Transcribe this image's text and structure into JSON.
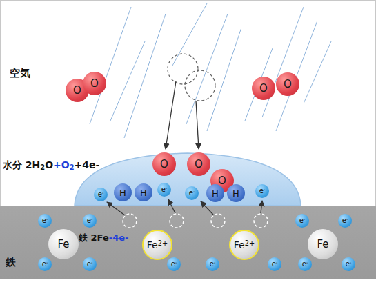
{
  "diagram": {
    "nodes": [
      {
        "text": [
          "O"
        ]
      },
      {
        "text": [
          "O"
        ]
      },
      {
        "text": [
          "O"
        ]
      },
      {
        "text": [
          "O"
        ]
      },
      {
        "text": [
          "O"
        ]
      },
      {
        "text": [
          "O"
        ]
      },
      {
        "text": [
          "O"
        ]
      },
      {
        "text": [
          "e-"
        ]
      },
      {
        "text": [
          "H"
        ]
      },
      {
        "text": [
          "H"
        ]
      },
      {
        "text": [
          "e-"
        ]
      },
      {
        "text": [
          "e-"
        ]
      },
      {
        "text": [
          "H"
        ]
      },
      {
        "text": [
          "H"
        ]
      },
      {
        "text": [
          "e-"
        ]
      },
      {
        "text": [
          "e-"
        ]
      },
      {
        "text": [
          "e-"
        ]
      },
      {
        "text": [
          "e-"
        ]
      },
      {
        "text": [
          "e-"
        ]
      },
      {
        "text": [
          "Fe"
        ]
      },
      {
        "text": [
          "Fe2+"
        ]
      },
      {
        "text": [
          "Fe2+"
        ]
      },
      {
        "text": [
          "Fe"
        ]
      },
      {
        "text": [
          "e-"
        ]
      },
      {
        "text": [
          "e-"
        ]
      },
      {
        "text": [
          "e-"
        ]
      },
      {
        "text": [
          "e-"
        ]
      },
      {
        "text": [
          "e-"
        ]
      },
      {
        "text": [
          "e-"
        ]
      },
      {
        "text": [
          "e-"
        ]
      }
    ],
    "labels": [
      "空気",
      "水分 2H2O+O2+4e-",
      "鉄 2Fe-4e-",
      "鉄"
    ]
  }
}
